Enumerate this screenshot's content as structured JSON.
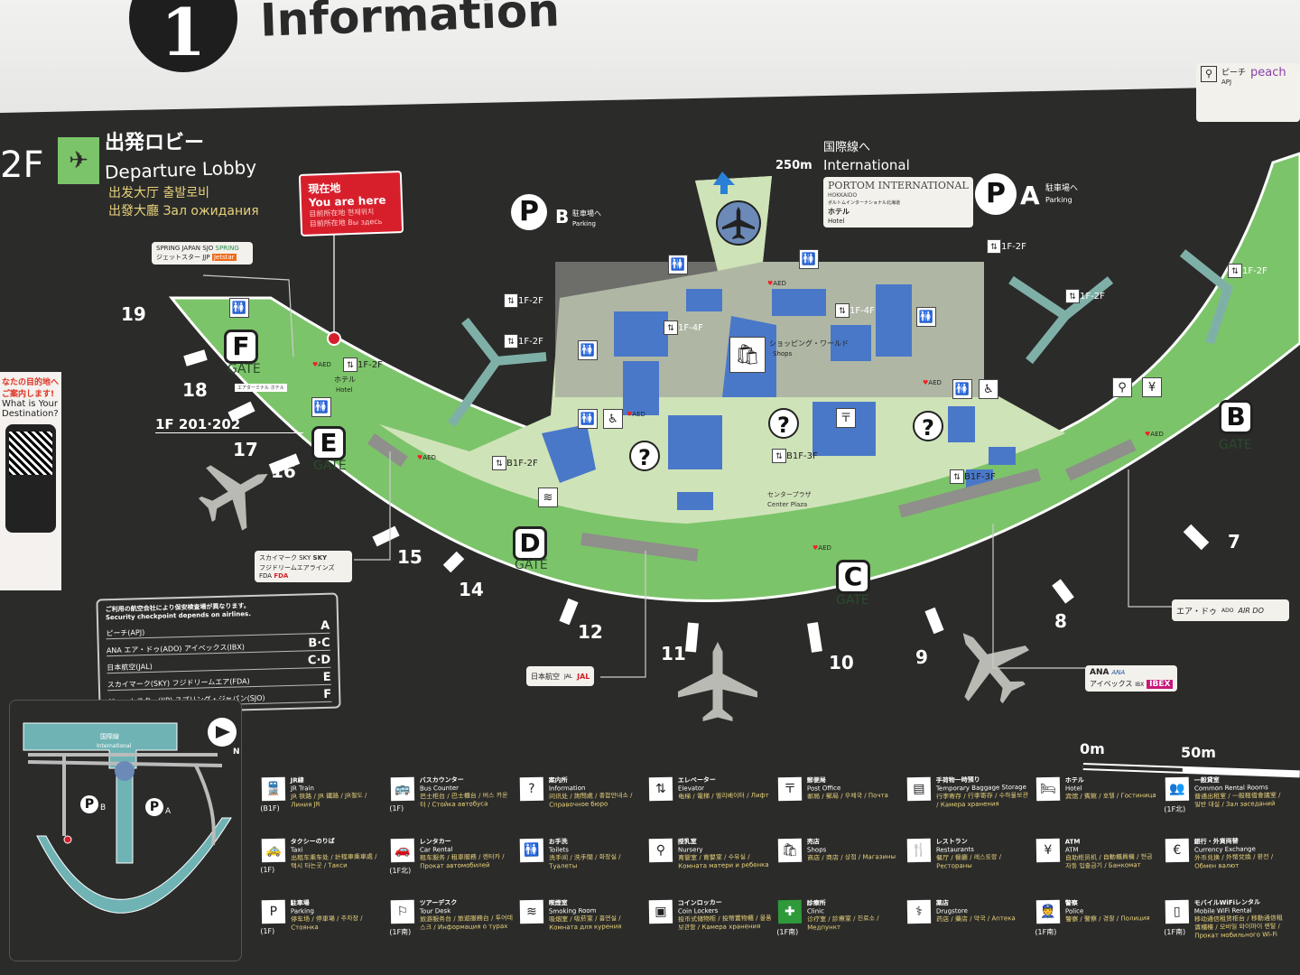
{
  "header": {
    "number": "1",
    "title": "Information"
  },
  "floor": "2F",
  "lobby": {
    "ja": "出発ロビー",
    "en": "Departure Lobby",
    "zh_s": "出发大厅 출발로비",
    "zh_t": "出發大廳 Зал ожидания"
  },
  "you_are_here": {
    "ja": "現在地",
    "en": "You are here",
    "l1": "目前所在地 현재위치",
    "l2": "目前所在地 Вы здесь"
  },
  "qr_promo": {
    "ja": "なたの目的地へ ご案内します!",
    "en": "What is Your Destination?"
  },
  "international": {
    "distance": "250m",
    "ja": "国際線へ",
    "en": "International"
  },
  "hotel_top": {
    "ja": "ホテル",
    "en": "Hotel",
    "brand": "PORTOM INTERNATIONAL",
    "brand_sub": "HOKKAIDO",
    "brand_ja": "ポルトムインターナショナル北海道"
  },
  "parking_a": {
    "letter": "A",
    "ja": "駐車場へ",
    "en": "Parking"
  },
  "parking_b": {
    "letter": "B",
    "ja": "駐車場へ",
    "en": "Parking"
  },
  "airline_tags": {
    "peach": {
      "ja": "ピーチ",
      "code": "APJ",
      "logo": "peach"
    },
    "spring": {
      "name": "SPRING JAPAN",
      "code": "SJO",
      "logo": "SPRING"
    },
    "jetstar": {
      "ja": "ジェットスター",
      "code": "JJP",
      "logo": "Jetstar"
    },
    "skymark": {
      "ja": "スカイマーク",
      "code": "SKY",
      "logo": "SKY"
    },
    "fda": {
      "ja": "フジドリームエアラインズ",
      "code": "FDA",
      "logo": "FDA"
    },
    "jal": {
      "ja": "日本航空",
      "code": "JAL",
      "logo": "JAL"
    },
    "airdo": {
      "ja": "エア・ドゥ",
      "code": "ADO",
      "logo": "AIR DO"
    },
    "ana": {
      "ja": "ANA",
      "logo": "ANA"
    },
    "ibex": {
      "ja": "アイベックス",
      "code": "IBX",
      "logo": "IBEX"
    }
  },
  "gates": [
    {
      "letter": "F",
      "word": "GATE"
    },
    {
      "letter": "E",
      "word": "GATE"
    },
    {
      "letter": "D",
      "word": "GATE"
    },
    {
      "letter": "C",
      "word": "GATE"
    },
    {
      "letter": "B",
      "word": "GATE"
    }
  ],
  "gate_numbers": [
    "19",
    "18",
    "17",
    "16",
    "15",
    "14",
    "12",
    "11",
    "10",
    "9",
    "8",
    "7"
  ],
  "gate_201": "1F 201·202",
  "map_labels": {
    "shops_ja": "ショッピング・ワールド",
    "shops_en": "Shops",
    "plaza_ja": "センタープラザ",
    "plaza_en": "Center Plaza",
    "aed": "AED",
    "hotel_ja": "ホテル",
    "hotel_en": "Hotel",
    "terminal_hotel": "エアターミナル ホテル",
    "floor_links": [
      "1F-2F",
      "1F-2F",
      "1F-2F",
      "1F-4F",
      "1F-4F",
      "B1F-2F",
      "B1F-3F",
      "B1F-3F",
      "1F-2F",
      "1F-2F",
      "1F-2F"
    ]
  },
  "security": {
    "title_ja": "ご利用の航空会社により保安検査場が異なります。",
    "title_en": "Security checkpoint depends on airlines.",
    "rows": [
      {
        "airlines": "ピーチ(APJ)",
        "gate": "A"
      },
      {
        "airlines": "ANA エア・ドゥ(ADO) アイベックス(IBX)",
        "gate": "B·C"
      },
      {
        "airlines": "日本航空(JAL)",
        "gate": "C·D"
      },
      {
        "airlines": "スカイマーク(SKY) フジドリームエア(FDA)",
        "gate": "E"
      },
      {
        "airlines": "ジェットスター(JJP) スプリング・ジャパン(SJO)",
        "gate": "F"
      }
    ]
  },
  "inset": {
    "ja": "国際線",
    "en": "International",
    "north": "N",
    "pb": "B",
    "pa": "A"
  },
  "scale": {
    "zero": "0m",
    "fifty": "50m"
  },
  "legend": [
    {
      "icon": "train",
      "ja": "JR線",
      "en": "JR Train",
      "ml": "JR 铁路 / JR 鐵路 / JR철도 / Линия JR",
      "floor": "(B1F)"
    },
    {
      "icon": "taxi",
      "ja": "タクシーのりば",
      "en": "Taxi",
      "ml": "出租车乘车处 / 計程車乘車處 / 택시 타는곳 / Такси",
      "floor": "(1F)"
    },
    {
      "icon": "parking",
      "ja": "駐車場",
      "en": "Parking",
      "ml": "停车场 / 停車場 / 주차장 / Стоянка",
      "floor": "(1F)"
    },
    {
      "icon": "bus",
      "ja": "バスカウンター",
      "en": "Bus Counter",
      "ml": "巴士柜台 / 巴士櫃台 / 버스 카운터 / Стойка автобуса",
      "floor": "(1F)"
    },
    {
      "icon": "car",
      "ja": "レンタカー",
      "en": "Car Rental",
      "ml": "租车服务 / 租車服務 / 렌터카 / Прокат автомобилей",
      "floor": "(1F北)"
    },
    {
      "icon": "tour",
      "ja": "ツアーデスク",
      "en": "Tour Desk",
      "ml": "旅游服务台 / 旅遊服務台 / 투어데스크 / Информация о турах",
      "floor": "(1F南)"
    },
    {
      "icon": "info",
      "ja": "案内所",
      "en": "Information",
      "ml": "问讯处 / 詢問處 / 종합안내소 / Справочное бюро",
      "floor": ""
    },
    {
      "icon": "toilet",
      "ja": "お手洗",
      "en": "Toilets",
      "ml": "洗手间 / 洗手間 / 화장실 / Туалеты",
      "floor": ""
    },
    {
      "icon": "smoking",
      "ja": "喫煙室",
      "en": "Smoking Room",
      "ml": "吸烟室 / 吸菸室 / 흡연실 / Комната для курения",
      "floor": ""
    },
    {
      "icon": "elevator",
      "ja": "エレベーター",
      "en": "Elevator",
      "ml": "电梯 / 電梯 / 엘리베이터 / Лифт",
      "floor": ""
    },
    {
      "icon": "nursery",
      "ja": "授乳室",
      "en": "Nursery",
      "ml": "育婴室 / 育嬰室 / 수유실 / Комната матери и ребенка",
      "floor": ""
    },
    {
      "icon": "locker",
      "ja": "コインロッカー",
      "en": "Coin Lockers",
      "ml": "投币式储物柜 / 投幣置物櫃 / 물품보관함 / Камера хранения",
      "floor": ""
    },
    {
      "icon": "post",
      "ja": "郵便局",
      "en": "Post Office",
      "ml": "邮局 / 郵局 / 우체국 / Почта",
      "floor": ""
    },
    {
      "icon": "shop",
      "ja": "売店",
      "en": "Shops",
      "ml": "商店 / 商店 / 상점 / Магазины",
      "floor": ""
    },
    {
      "icon": "clinic",
      "ja": "診療所",
      "en": "Clinic",
      "ml": "诊疗室 / 診療室 / 진료소 / Медпункт",
      "floor": "(1F南)"
    },
    {
      "icon": "baggage",
      "ja": "手荷物一時預り",
      "en": "Temporary Baggage Storage",
      "ml": "行李寄存 / 行李寄存 / 수하물보관 / Камера хранения",
      "floor": ""
    },
    {
      "icon": "restaurant",
      "ja": "レストラン",
      "en": "Restaurants",
      "ml": "餐厅 / 餐廳 / 레스토랑 / Рестораны",
      "floor": ""
    },
    {
      "icon": "drugstore",
      "ja": "薬店",
      "en": "Drugstore",
      "ml": "药店 / 藥店 / 약국 / Аптека",
      "floor": ""
    },
    {
      "icon": "hotel",
      "ja": "ホテル",
      "en": "Hotel",
      "ml": "宾馆 / 賓館 / 호텔 / Гостиница",
      "floor": ""
    },
    {
      "icon": "atm",
      "ja": "ATM",
      "en": "ATM",
      "ml": "自助柜员机 / 自動櫃員機 / 현금 자동 입출금기 / Банкомат",
      "floor": ""
    },
    {
      "icon": "police",
      "ja": "警察",
      "en": "Police",
      "ml": "警察 / 警察 / 경찰 / Полиция",
      "floor": "(1F南)"
    },
    {
      "icon": "rental-room",
      "ja": "一般貸室",
      "en": "Common Rental Rooms",
      "ml": "普通出租室 / 一般租借會議室 / 일반 대실 / Зал заседаний",
      "floor": "(1F北)"
    },
    {
      "icon": "exchange",
      "ja": "銀行・外貨両替",
      "en": "Currency Exchange",
      "ml": "外币兑换 / 外幣兌換 / 환전 / Обмен валют",
      "floor": ""
    },
    {
      "icon": "wifi",
      "ja": "モバイルWiFiレンタル",
      "en": "Mobile WiFi Rental",
      "ml": "移动通信租赁柜台 / 移動通信租賃櫃檯 / 모바일 와이파이 렌탈 / Прокат мобильного Wi-Fi",
      "floor": "(1F南)"
    }
  ],
  "colors": {
    "board": "#2b2b2a",
    "concourse": "#7cc46a",
    "lobby": "#cfe3b8",
    "shops": "#4a78c8",
    "here": "#d71f2c",
    "inset": "#6fb3b5"
  }
}
